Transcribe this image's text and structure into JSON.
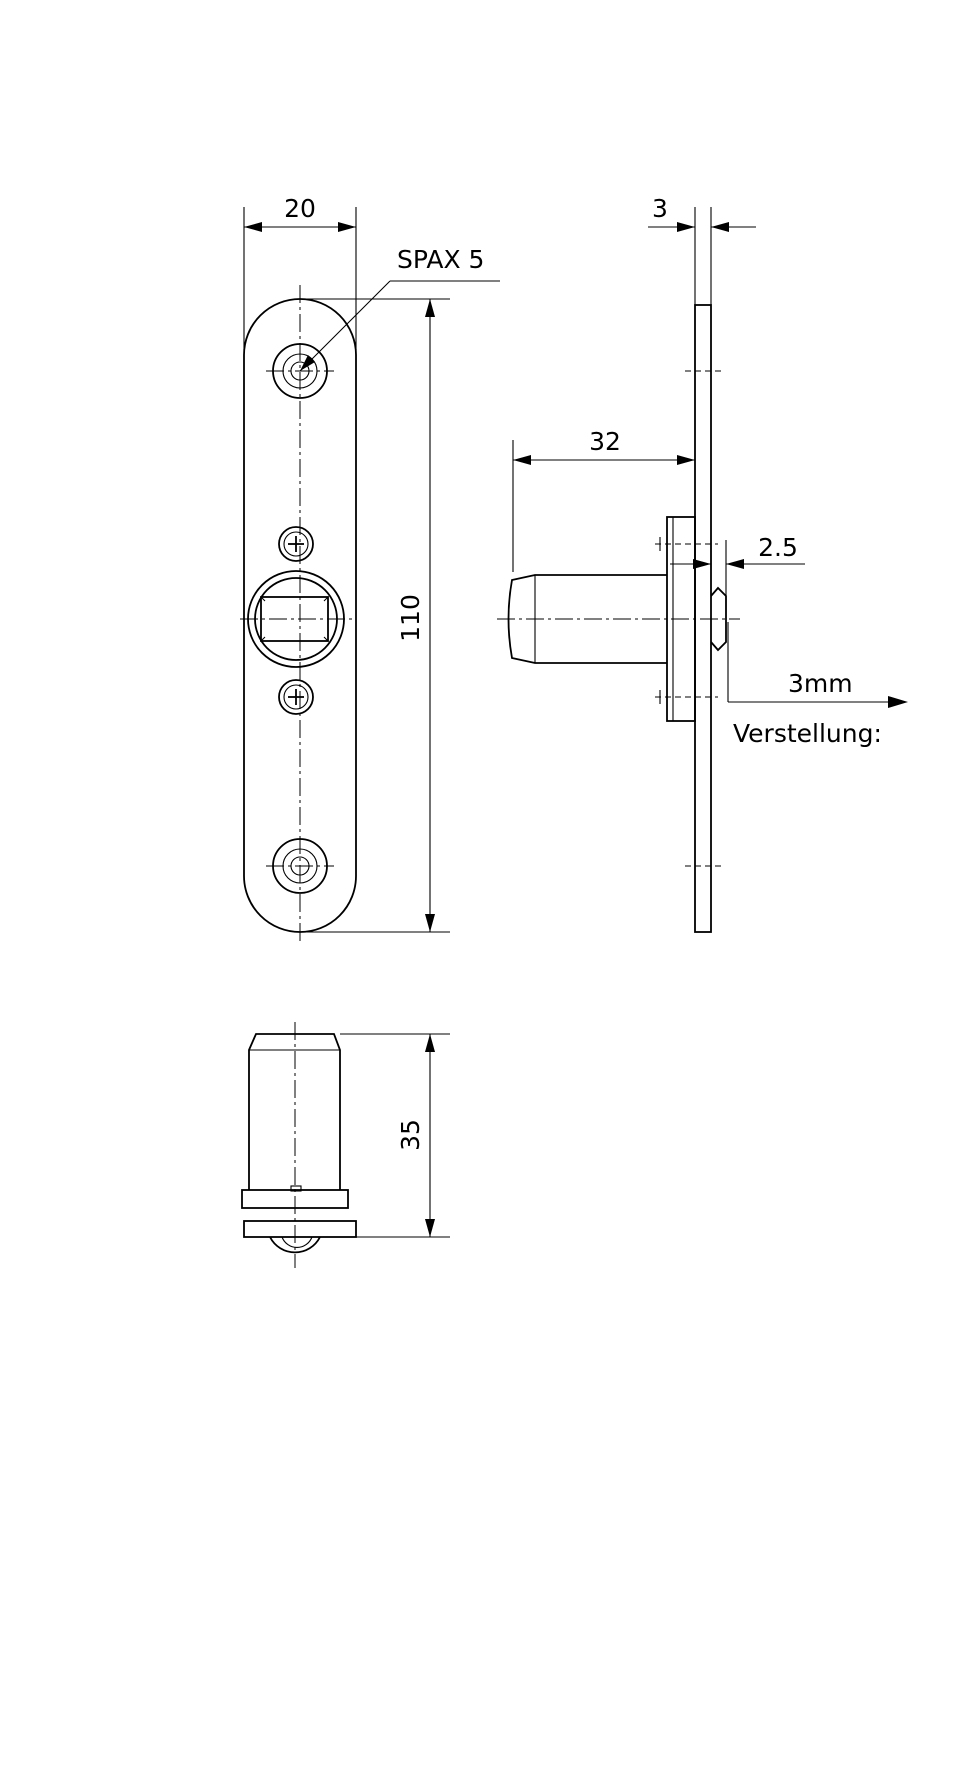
{
  "dimensions": {
    "width_20": "20",
    "height_110": "110",
    "thickness_3": "3",
    "depth_32": "32",
    "offset_2_5": "2.5",
    "height_35": "35"
  },
  "labels": {
    "screw": "SPAX 5",
    "adjustment": "Verstellung:",
    "adjustment_value": "3mm"
  }
}
